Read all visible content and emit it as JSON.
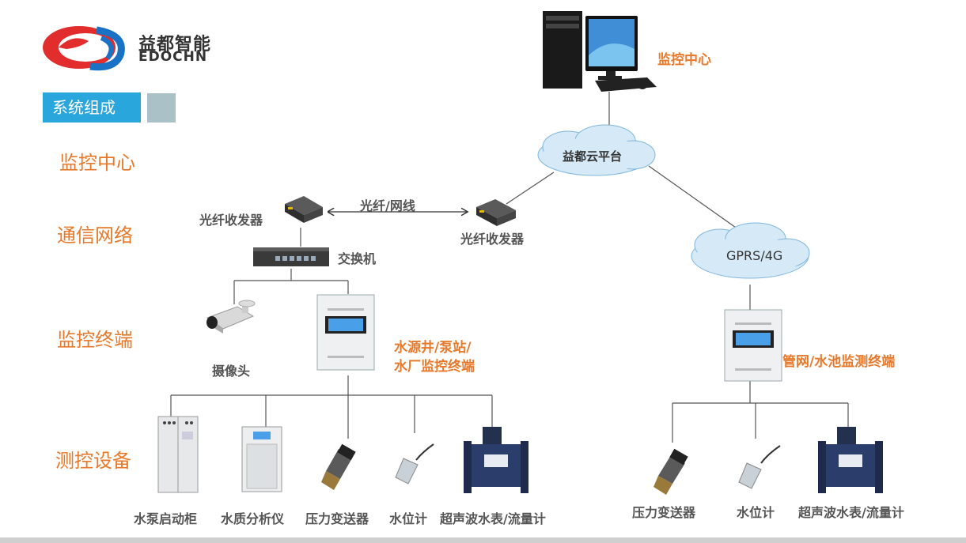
{
  "brand": {
    "name_cn": "益都智能",
    "name_en": "EDOCHN"
  },
  "section_title": "系统组成",
  "layers": [
    "监控中心",
    "通信网络",
    "监控终端",
    "测控设备"
  ],
  "nodes": {
    "monitor_center": "监控中心",
    "cloud_platform": "益都云平台",
    "gprs_cloud": "GPRS/4G",
    "fiber_left": "光纤收发器",
    "fiber_right": "光纤收发器",
    "fiber_link": "光纤/网线",
    "switch": "交换机",
    "camera": "摄像头",
    "terminal_left_line1": "水源井/泵站/",
    "terminal_left_line2": "水厂监控终端",
    "terminal_right": "管网/水池监测终端"
  },
  "devices_left": [
    "水泵启动柜",
    "水质分析仪",
    "压力变送器",
    "水位计",
    "超声波水表/流量计"
  ],
  "devices_right": [
    "压力变送器",
    "水位计",
    "超声波水表/流量计"
  ],
  "colors": {
    "accent_orange": "#e8792a",
    "section_blue": "#29a6dc",
    "line_gray": "#555555"
  }
}
